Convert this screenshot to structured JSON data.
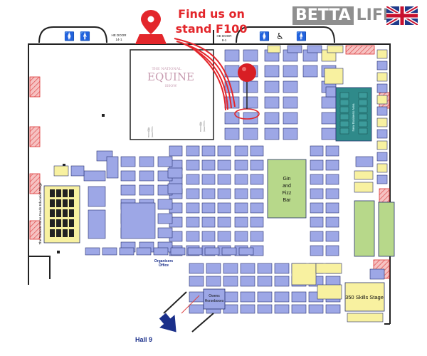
{
  "callout": {
    "line1": "Find us on",
    "line2": "stand F100"
  },
  "brand": {
    "part1": "BETTA",
    "part2": "LIFE"
  },
  "show_logo": {
    "top": "THE NATIONAL",
    "main": "EQUINE",
    "bottom": "SHOW"
  },
  "door_labels": {
    "left": "HE DOOR\n14-1",
    "right": "HE DOOR\n8-1"
  },
  "areas": {
    "gin_bar": [
      "Gin",
      "and",
      "Fizz",
      "Bar"
    ],
    "stage_350": "350 Skills Stage",
    "saracen_stage": "The Saracen Horse Feeds Education Stage",
    "new_business": "New Business Area",
    "owens": [
      "Owens",
      "Horseboxes"
    ],
    "organisers": [
      "Organisers",
      "Office"
    ],
    "hall": "Hall 9"
  },
  "colors": {
    "stand_fill": "#9da7e6",
    "stand_stroke": "#26306e",
    "feature_fill": "#b7d88a",
    "new_business_fill": "#2f8a8a",
    "yellow_stand": "#f8f1a0",
    "callout_red": "#e3262b",
    "hall_blue": "#1a2f8a"
  }
}
